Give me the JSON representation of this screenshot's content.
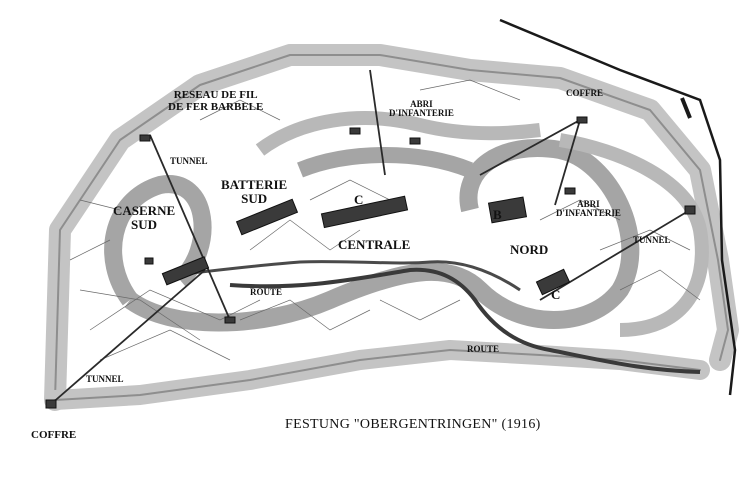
{
  "labels": {
    "barbed_wire_1": "RESEAU DE FIL",
    "barbed_wire_2": "DE FER BARBELE",
    "abri_top_1": "ABRI",
    "abri_top_2": "D'INFANTERIE",
    "coffre_top": "COFFRE",
    "tunnel_left": "TUNNEL",
    "batterie_1": "BATTERIE",
    "batterie_2": "SUD",
    "caserne_1": "CASERNE",
    "caserne_2": "SUD",
    "c_central": "C",
    "b_label": "B",
    "abri_right_1": "ABRI",
    "abri_right_2": "D'INFANTERIE",
    "centrale": "CENTRALE",
    "nord": "NORD",
    "tunnel_right": "TUNNEL",
    "route_mid": "ROUTE",
    "c_nord": "C",
    "route_bottom": "ROUTE",
    "tunnel_bottom": "TUNNEL",
    "coffre_bottom": "COFFRE"
  },
  "caption": "FESTUNG \"OBERGENTRINGEN\" (1916)",
  "colors": {
    "band": "#9a9a9a",
    "band_light": "#c4c4c4",
    "ink": "#1a1a1a",
    "paper": "#ffffff"
  }
}
